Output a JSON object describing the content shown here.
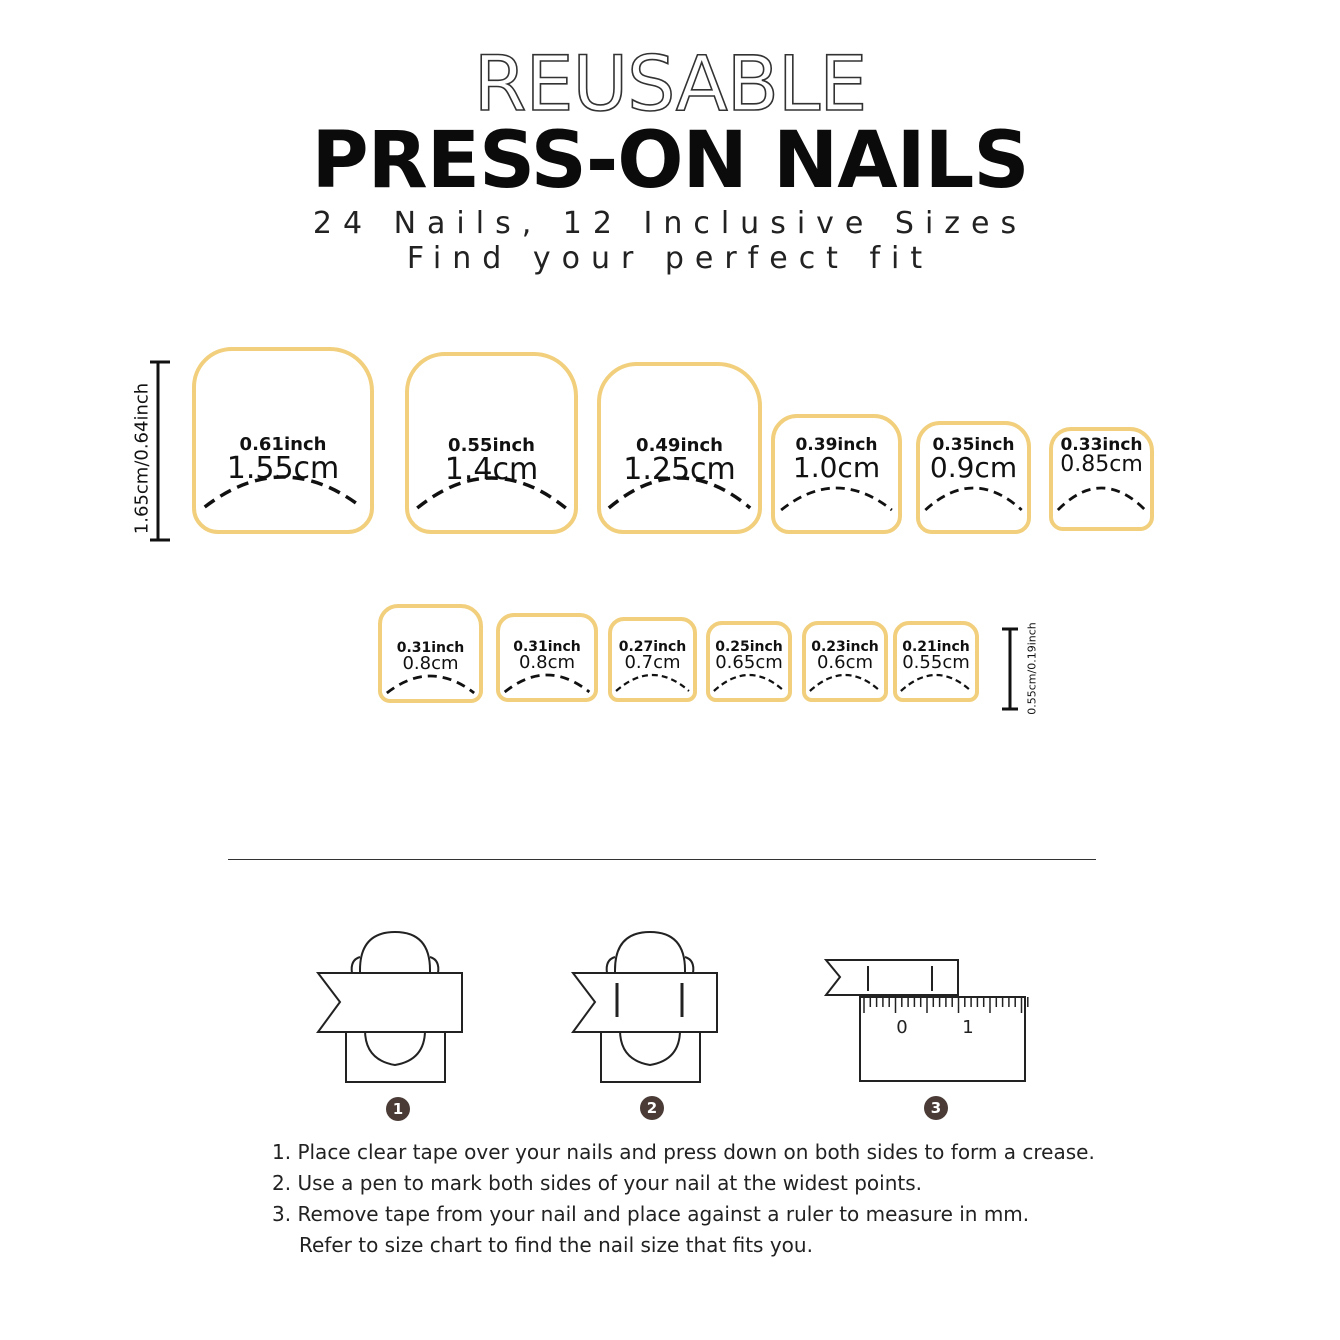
{
  "header": {
    "title_outline": "REUSABLE",
    "title_main": "PRESS-ON NAILS",
    "subtitle_1": "24 Nails, 12 Inclusive Sizes",
    "subtitle_2": "Find your perfect fit"
  },
  "nails_row_1": [
    {
      "inch": "0.61inch",
      "cm": "1.55cm"
    },
    {
      "inch": "0.55inch",
      "cm": "1.4cm"
    },
    {
      "inch": "0.49inch",
      "cm": "1.25cm"
    },
    {
      "inch": "0.39inch",
      "cm": "1.0cm"
    },
    {
      "inch": "0.35inch",
      "cm": "0.9cm"
    },
    {
      "inch": "0.33inch",
      "cm": "0.85cm"
    }
  ],
  "nails_row_2": [
    {
      "inch": "0.31inch",
      "cm": "0.8cm"
    },
    {
      "inch": "0.31inch",
      "cm": "0.8cm"
    },
    {
      "inch": "0.27inch",
      "cm": "0.7cm"
    },
    {
      "inch": "0.25inch",
      "cm": "0.65cm"
    },
    {
      "inch": "0.23inch",
      "cm": "0.6cm"
    },
    {
      "inch": "0.21inch",
      "cm": "0.55cm"
    }
  ],
  "length_labels": {
    "large": "1.65cm/0.64inch",
    "small": "0.55cm/0.19inch"
  },
  "steps": {
    "numbers": [
      "1",
      "2",
      "3"
    ],
    "ruler_labels": [
      "0",
      "1"
    ]
  },
  "instructions": [
    "1. Place clear tape over your nails and press down on both sides to form a crease.",
    "2. Use a pen to mark both sides of your nail at the widest points.",
    "3. Remove tape from your nail and place against a ruler to measure in mm.",
    "Refer to size chart to find the nail size that fits you."
  ],
  "colors": {
    "nail_outline": "#f1cf7c",
    "step_badge": "#4a3b36",
    "text": "#111111"
  }
}
